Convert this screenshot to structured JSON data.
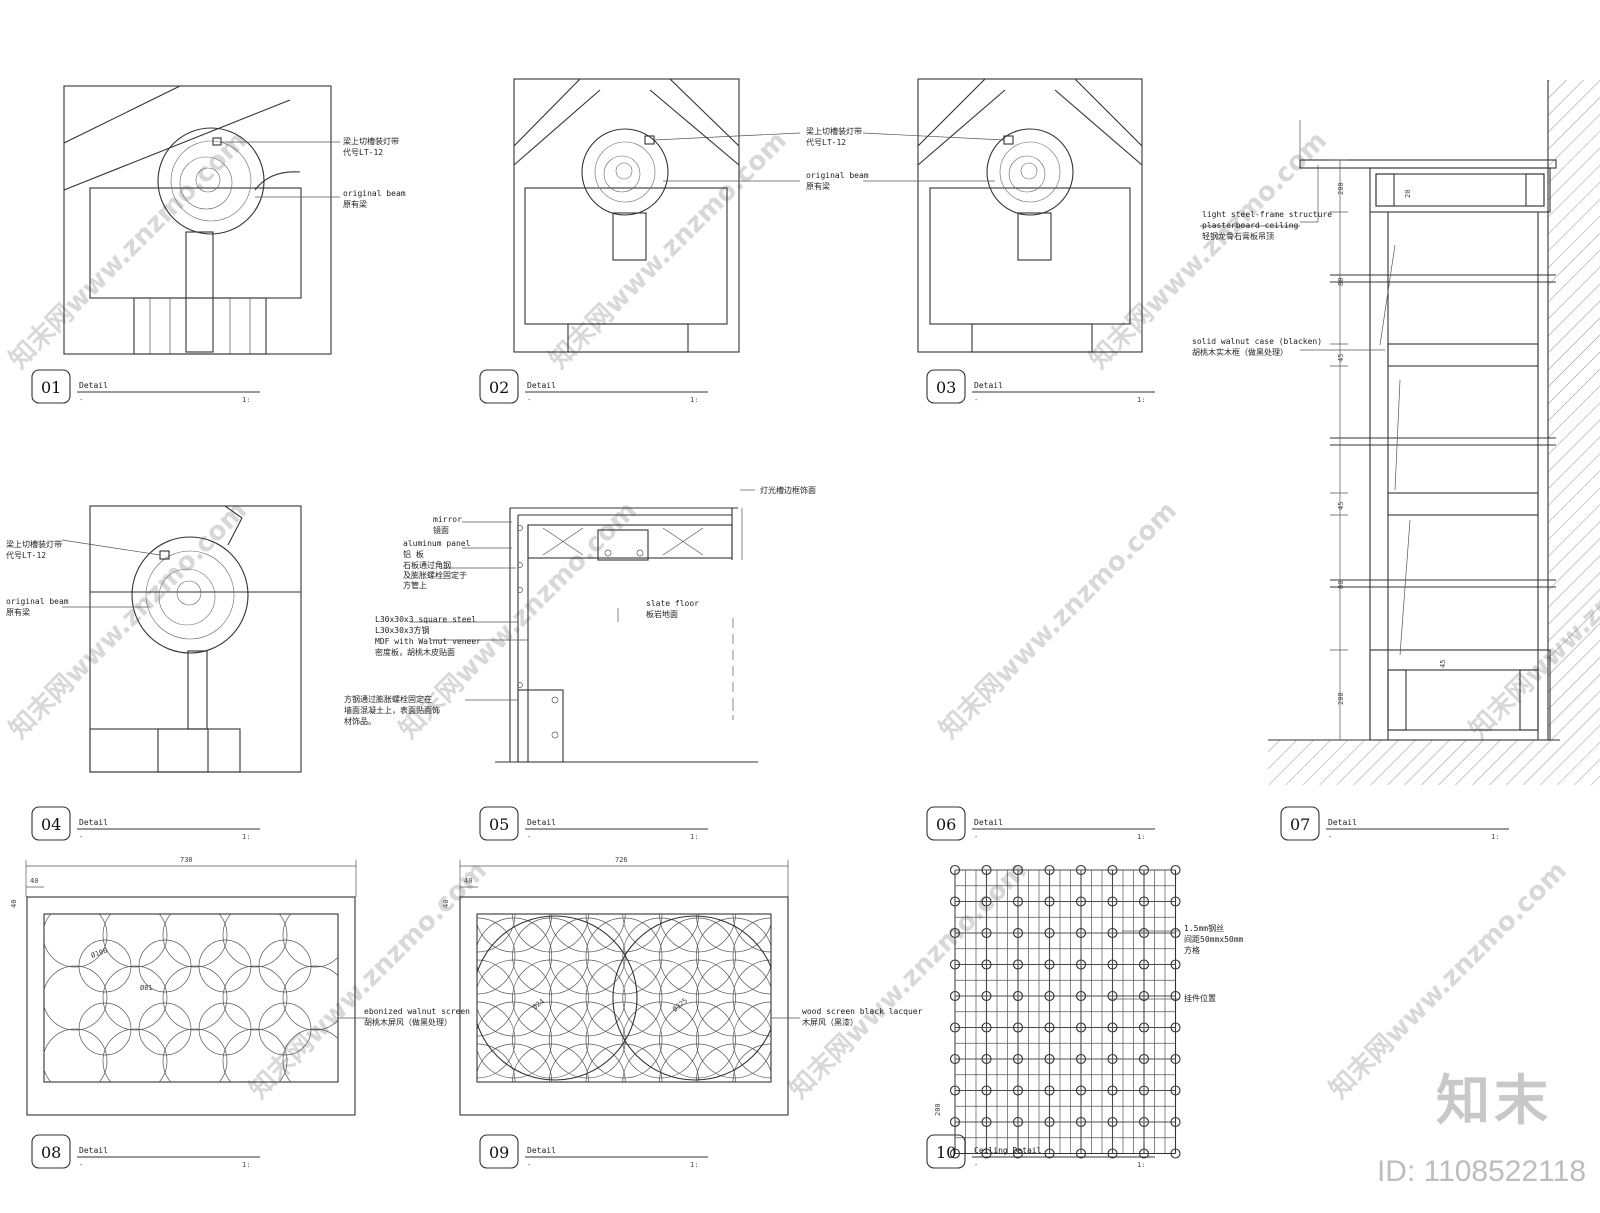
{
  "details": [
    {
      "num": "01",
      "title": "Detail",
      "sub": "-",
      "scale": "1:"
    },
    {
      "num": "02",
      "title": "Detail",
      "sub": "-",
      "scale": "1:"
    },
    {
      "num": "03",
      "title": "Detail",
      "sub": "-",
      "scale": "1:"
    },
    {
      "num": "04",
      "title": "Detail",
      "sub": "-",
      "scale": "1:"
    },
    {
      "num": "05",
      "title": "Detail",
      "sub": "-",
      "scale": "1:"
    },
    {
      "num": "06",
      "title": "Detail",
      "sub": "-",
      "scale": "1:"
    },
    {
      "num": "07",
      "title": "Detail",
      "sub": "-",
      "scale": "1:"
    },
    {
      "num": "08",
      "title": "Detail",
      "sub": "-",
      "scale": "1:"
    },
    {
      "num": "09",
      "title": "Detail",
      "sub": "-",
      "scale": "1:"
    },
    {
      "num": "10",
      "title": "Ceiling Detail",
      "sub": "-",
      "scale": "1:"
    }
  ],
  "notes": {
    "light_strip_cn": "梁上切槽装灯带",
    "light_strip_code": "代号LT-12",
    "original_beam_en": "original beam",
    "original_beam_cn": "原有梁",
    "mirror_en": "mirror",
    "mirror_cn": "镜面",
    "aluminum_en": "aluminum panel",
    "aluminum_cn": "铝 板",
    "fix_cn_1": "石板通过角钢",
    "fix_cn_2": "及膨胀螺栓固定于",
    "fix_cn_3": "方管上",
    "steel_en": "L30x30x3 square steel",
    "steel_cn": "L30x30x3方钢",
    "mdf_en": "MDF with Walnut veneer",
    "mdf_cn": "密度板，胡桃木皮贴面",
    "square_cn_1": "方钢通过膨胀螺栓固定在",
    "square_cn_2": "墙面混凝土上，表面贴面饰",
    "square_cn_3": "材饰品。",
    "slate_en": "slate floor",
    "slate_cn": "板岩地面",
    "edge_cn": "灯光槽边框饰面",
    "ceiling_en": "light steel-frame structure",
    "ceiling_en2": "plasterboard ceiling",
    "ceiling_cn": "轻钢龙骨石膏板吊顶",
    "walnut_en": "solid walnut case (blacken)",
    "walnut_cn": "胡桃木实木框（做黑处理）",
    "ebon_en": "ebonized walnut screen",
    "ebon_cn": "胡桃木屏风（做黑处理）",
    "wood_en": "wood screen black lacquer",
    "wood_cn": "木屏风（黑漆）",
    "steel_wire_1": "1.5mm钢丝",
    "steel_wire_2": "间距50mmx50mm",
    "steel_wire_3": "方格",
    "nail_cn": "挂件位置"
  },
  "dims": {
    "d7_a": "200",
    "d7_b": "20",
    "d7_c": "80",
    "d7_d": "45",
    "d7_e": "45",
    "d7_f": "80",
    "d7_g": "200",
    "d7_h": "45",
    "d8_w": "730",
    "d8_side": "40",
    "d8_top": "40",
    "d8_dia1": "Ø106",
    "d8_dia2": "Ø81",
    "d9_w": "726",
    "d9_side": "40",
    "d9_top": "40",
    "d9_dia1": "Ø24",
    "d9_dia2": "Ø325",
    "d10": "200"
  },
  "brand": {
    "name": "知末",
    "id": "ID: 1108522118"
  },
  "watermark": "知末网www.znzmo.com"
}
